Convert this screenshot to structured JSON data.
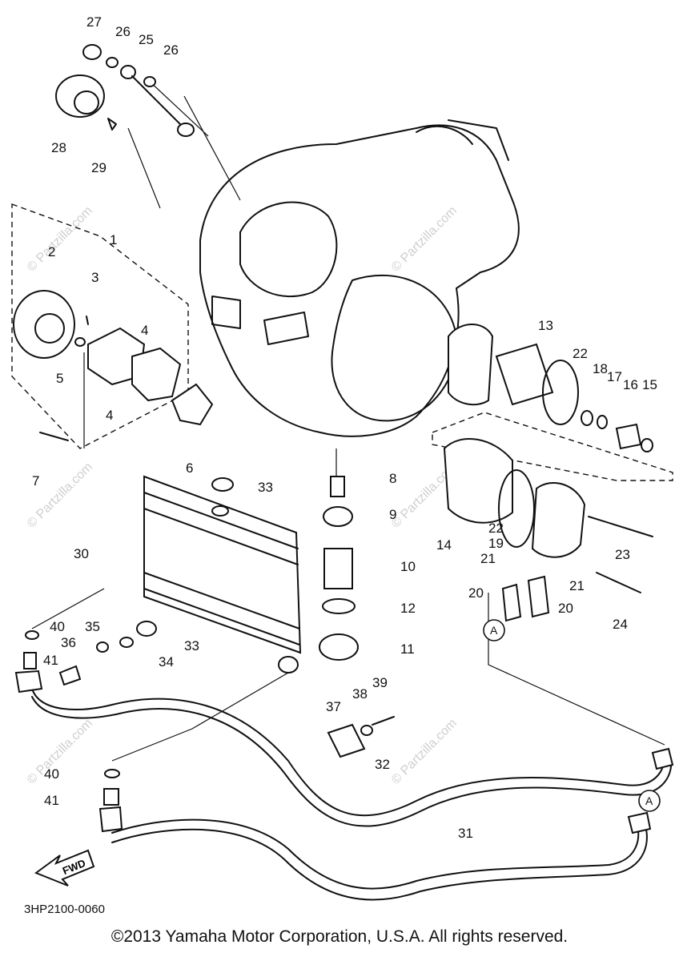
{
  "watermark": "© Partzilla.com",
  "drawing_code": "3HP2100-0060",
  "copyright": "©2013 Yamaha Motor Corporation, U.S.A. All rights reserved.",
  "fwd_label": "FWD",
  "callouts": {
    "c1": "1",
    "c2": "2",
    "c3": "3",
    "c4a": "4",
    "c4b": "4",
    "c5": "5",
    "c6": "6",
    "c7": "7",
    "c8": "8",
    "c9": "9",
    "c10": "10",
    "c11": "11",
    "c12": "12",
    "c13": "13",
    "c14": "14",
    "c15": "15",
    "c16": "16",
    "c17": "17",
    "c18": "18",
    "c19": "19",
    "c20a": "20",
    "c20b": "20",
    "c21a": "21",
    "c21b": "21",
    "c22a": "22",
    "c22b": "22",
    "c23": "23",
    "c24": "24",
    "c25": "25",
    "c26a": "26",
    "c26b": "26",
    "c27": "27",
    "c28": "28",
    "c29": "29",
    "c30": "30",
    "c31": "31",
    "c32": "32",
    "c33a": "33",
    "c33b": "33",
    "c34": "34",
    "c35": "35",
    "c36": "36",
    "c37": "37",
    "c38": "38",
    "c39": "39",
    "c40a": "40",
    "c40b": "40",
    "c41a": "41",
    "c41b": "41",
    "refA1": "A",
    "refA2": "A"
  }
}
